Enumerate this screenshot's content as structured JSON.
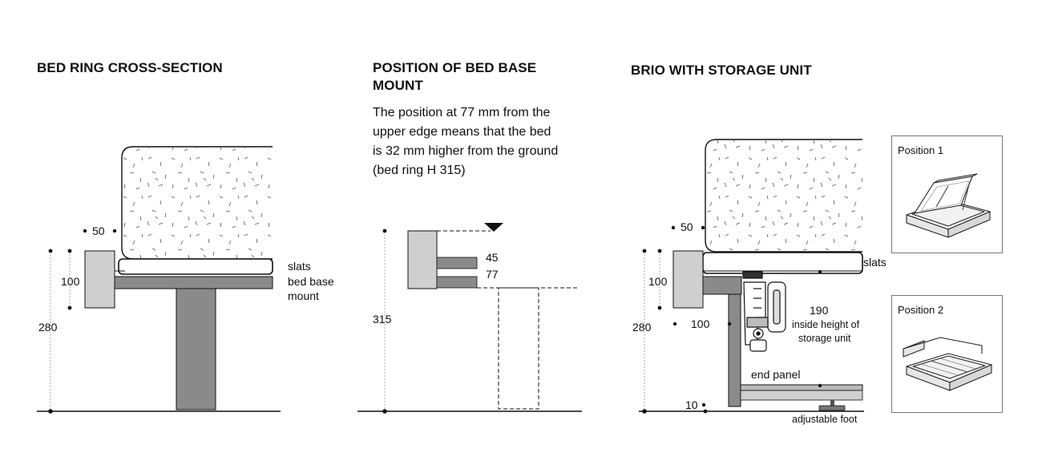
{
  "sections": {
    "left": {
      "title": "BED RING CROSS-SECTION"
    },
    "middle": {
      "title_line1": "POSITION OF BED BASE",
      "title_line2": "MOUNT",
      "description_lines": [
        "The position at 77 mm from the",
        "upper edge means that the bed",
        "is 32 mm higher from the ground",
        "(bed ring H 315)"
      ]
    },
    "right": {
      "title": "BRIO WITH STORAGE UNIT"
    }
  },
  "left_diagram": {
    "dim_50": "50",
    "dim_100": "100",
    "dim_280": "280",
    "label_slats": "slats",
    "label_mount_1": "bed base",
    "label_mount_2": "mount"
  },
  "middle_diagram": {
    "dim_45": "45",
    "dim_77": "77",
    "dim_315": "315"
  },
  "right_diagram": {
    "dim_50": "50",
    "dim_100_v": "100",
    "dim_280": "280",
    "dim_100_h": "100",
    "dim_190": "190",
    "inside_1": "inside height of",
    "inside_2": "storage unit",
    "label_slats": "slats",
    "label_end_panel": "end panel",
    "dim_10": "10",
    "label_foot": "adjustable foot"
  },
  "positions": {
    "p1": "Position 1",
    "p2": "Position 2"
  },
  "colors": {
    "dark_grey": "#8a8a8a",
    "mid_grey": "#a9a9a9",
    "light_grey": "#cfcfcf",
    "ink": "#111111"
  }
}
